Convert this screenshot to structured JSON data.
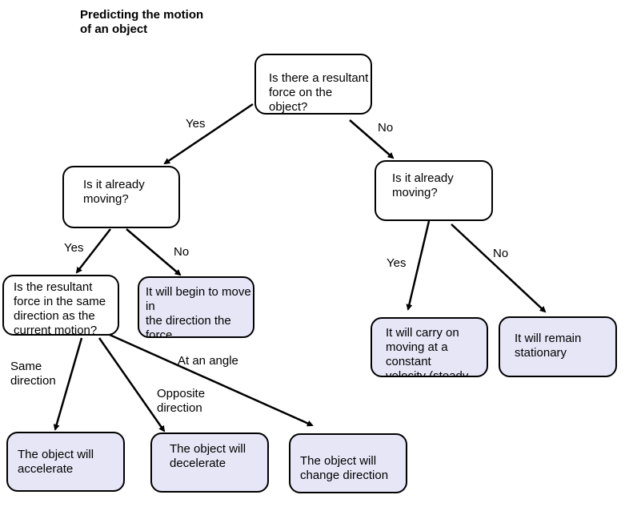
{
  "title_line1": "Predicting the motion",
  "title_line2": "of an object",
  "nodes": {
    "q_resultant": "Is there a resultant\nforce on the object?",
    "q_moving_left": "Is it already\nmoving?",
    "q_moving_right": "Is it already\nmoving?",
    "q_same_direction": "Is the resultant\nforce in the same\ndirection as the\ncurrent motion?",
    "r_begin_move": "It will begin to move in\nthe direction the force\nis pushing/pulling",
    "r_constant_velocity": "It will carry on\nmoving at a constant\nvelocity (steady\nspeed and direction)",
    "r_stationary": "It will remain\nstationary",
    "r_accelerate": "The object will\naccelerate",
    "r_decelerate": "The object will\ndecelerate",
    "r_change_direction": "The object will\nchange direction"
  },
  "edge_labels": {
    "yes_top": "Yes",
    "no_top": "No",
    "yes_left": "Yes",
    "no_left": "No",
    "yes_right": "Yes",
    "no_right": "No",
    "same_direction": "Same\ndirection",
    "opposite_direction": "Opposite\ndirection",
    "at_an_angle": "At an angle"
  },
  "colors": {
    "result_fill": "#e6e6f7",
    "question_fill": "#ffffff",
    "stroke": "#000000"
  }
}
